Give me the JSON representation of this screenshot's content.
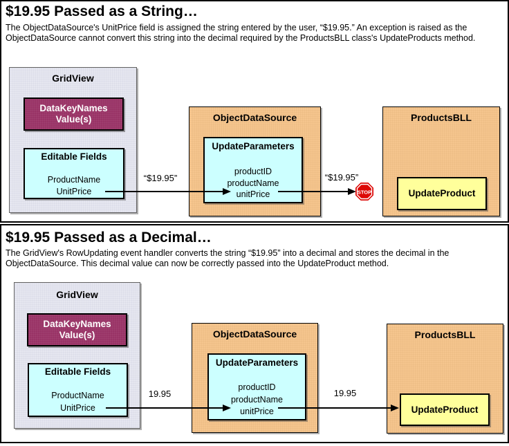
{
  "colors": {
    "panel_border": "#000000",
    "gridview_bg": "#e6e7f0",
    "gridview_border": "#606060",
    "plum": "#993366",
    "cyan": "#ccffff",
    "tan": "#f5c58e",
    "yellow": "#ffff9b",
    "stop_red": "#dd0806"
  },
  "panels": [
    {
      "title": "$19.95 Passed as a String…",
      "description": "The ObjectDataSource's UnitPrice field is assigned the string entered by the user, “$19.95.” An exception is raised as the ObjectDataSource cannot convert this string into the decimal required by the ProductsBLL class's UpdateProducts method.",
      "gridview": {
        "title": "GridView",
        "datakeynames_line1": "DataKeyNames",
        "datakeynames_line2": "Value(s)",
        "editable_fields_title": "Editable Fields",
        "fields": [
          "ProductName",
          "UnitPrice"
        ]
      },
      "objectdatasource": {
        "title": "ObjectDataSource",
        "updateparameters_title": "UpdateParameters",
        "params": [
          "productID",
          "productName",
          "unitPrice"
        ]
      },
      "productsbll": {
        "title": "ProductsBLL",
        "method": "UpdateProduct"
      },
      "arrow1_label": "“$19.95”",
      "arrow2_label": "“$19.95”",
      "stop_label": "STOP"
    },
    {
      "title": "$19.95 Passed as a Decimal…",
      "description": "The GridView's RowUpdating event handler converts the string “$19.95” into a decimal and stores the decimal in the ObjectDataSource. This decimal value can now be correctly passed into the UpdateProduct method.",
      "gridview": {
        "title": "GridView",
        "datakeynames_line1": "DataKeyNames",
        "datakeynames_line2": "Value(s)",
        "editable_fields_title": "Editable Fields",
        "fields": [
          "ProductName",
          "UnitPrice"
        ]
      },
      "objectdatasource": {
        "title": "ObjectDataSource",
        "updateparameters_title": "UpdateParameters",
        "params": [
          "productID",
          "productName",
          "unitPrice"
        ]
      },
      "productsbll": {
        "title": "ProductsBLL",
        "method": "UpdateProduct"
      },
      "arrow1_label": "19.95",
      "arrow2_label": "19.95"
    }
  ]
}
